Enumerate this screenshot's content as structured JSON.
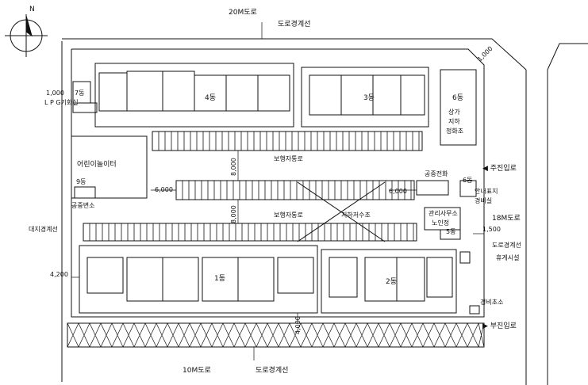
{
  "north": "N",
  "roads": {
    "north_road": "20M도로",
    "south_road": "10M도로",
    "east_road": "18M도로"
  },
  "labels": {
    "road_boundary_top": "도로경계선",
    "road_boundary_bottom": "도로경계선",
    "road_boundary_east": "도로경계선",
    "site_boundary": "대지경계선",
    "main_entrance": "◀ 주진입로",
    "sub_entrance": "▶ 부진입로",
    "pedestrian_road_1": "보행자통로",
    "pedestrian_road_2": "보행자통로",
    "underground_tank": "지하저수조",
    "public_toilet": "공중변소",
    "public_phone": "공중전화",
    "guard_post": "경비초소",
    "rest_area": "휴게시설",
    "playground": "어린이놀이터",
    "lpg_room": "L P G기화실",
    "sign_booth_1": "안내표지",
    "sign_booth_2": "경비실",
    "mgmt_office_1": "관리사무소",
    "mgmt_office_2": "노인정",
    "shop_1": "상가",
    "shop_2": "지하",
    "shop_3": "정화조"
  },
  "buildings": {
    "b1": "1동",
    "b2": "2동",
    "b3": "3동",
    "b4": "4동",
    "b5": "5동",
    "b6a": "6동",
    "b6b": "6동",
    "b7": "7동",
    "b9": "9동"
  },
  "dimensions": {
    "d1000_nw": "1,000",
    "d1000_ne": "1,000",
    "d1500": "1,500",
    "d4200": "4,200",
    "d6000_w": "6,000",
    "d6000_e": "6,000",
    "d8000_a": "8,000",
    "d8000_b": "8,000",
    "d4000": "4,000"
  }
}
